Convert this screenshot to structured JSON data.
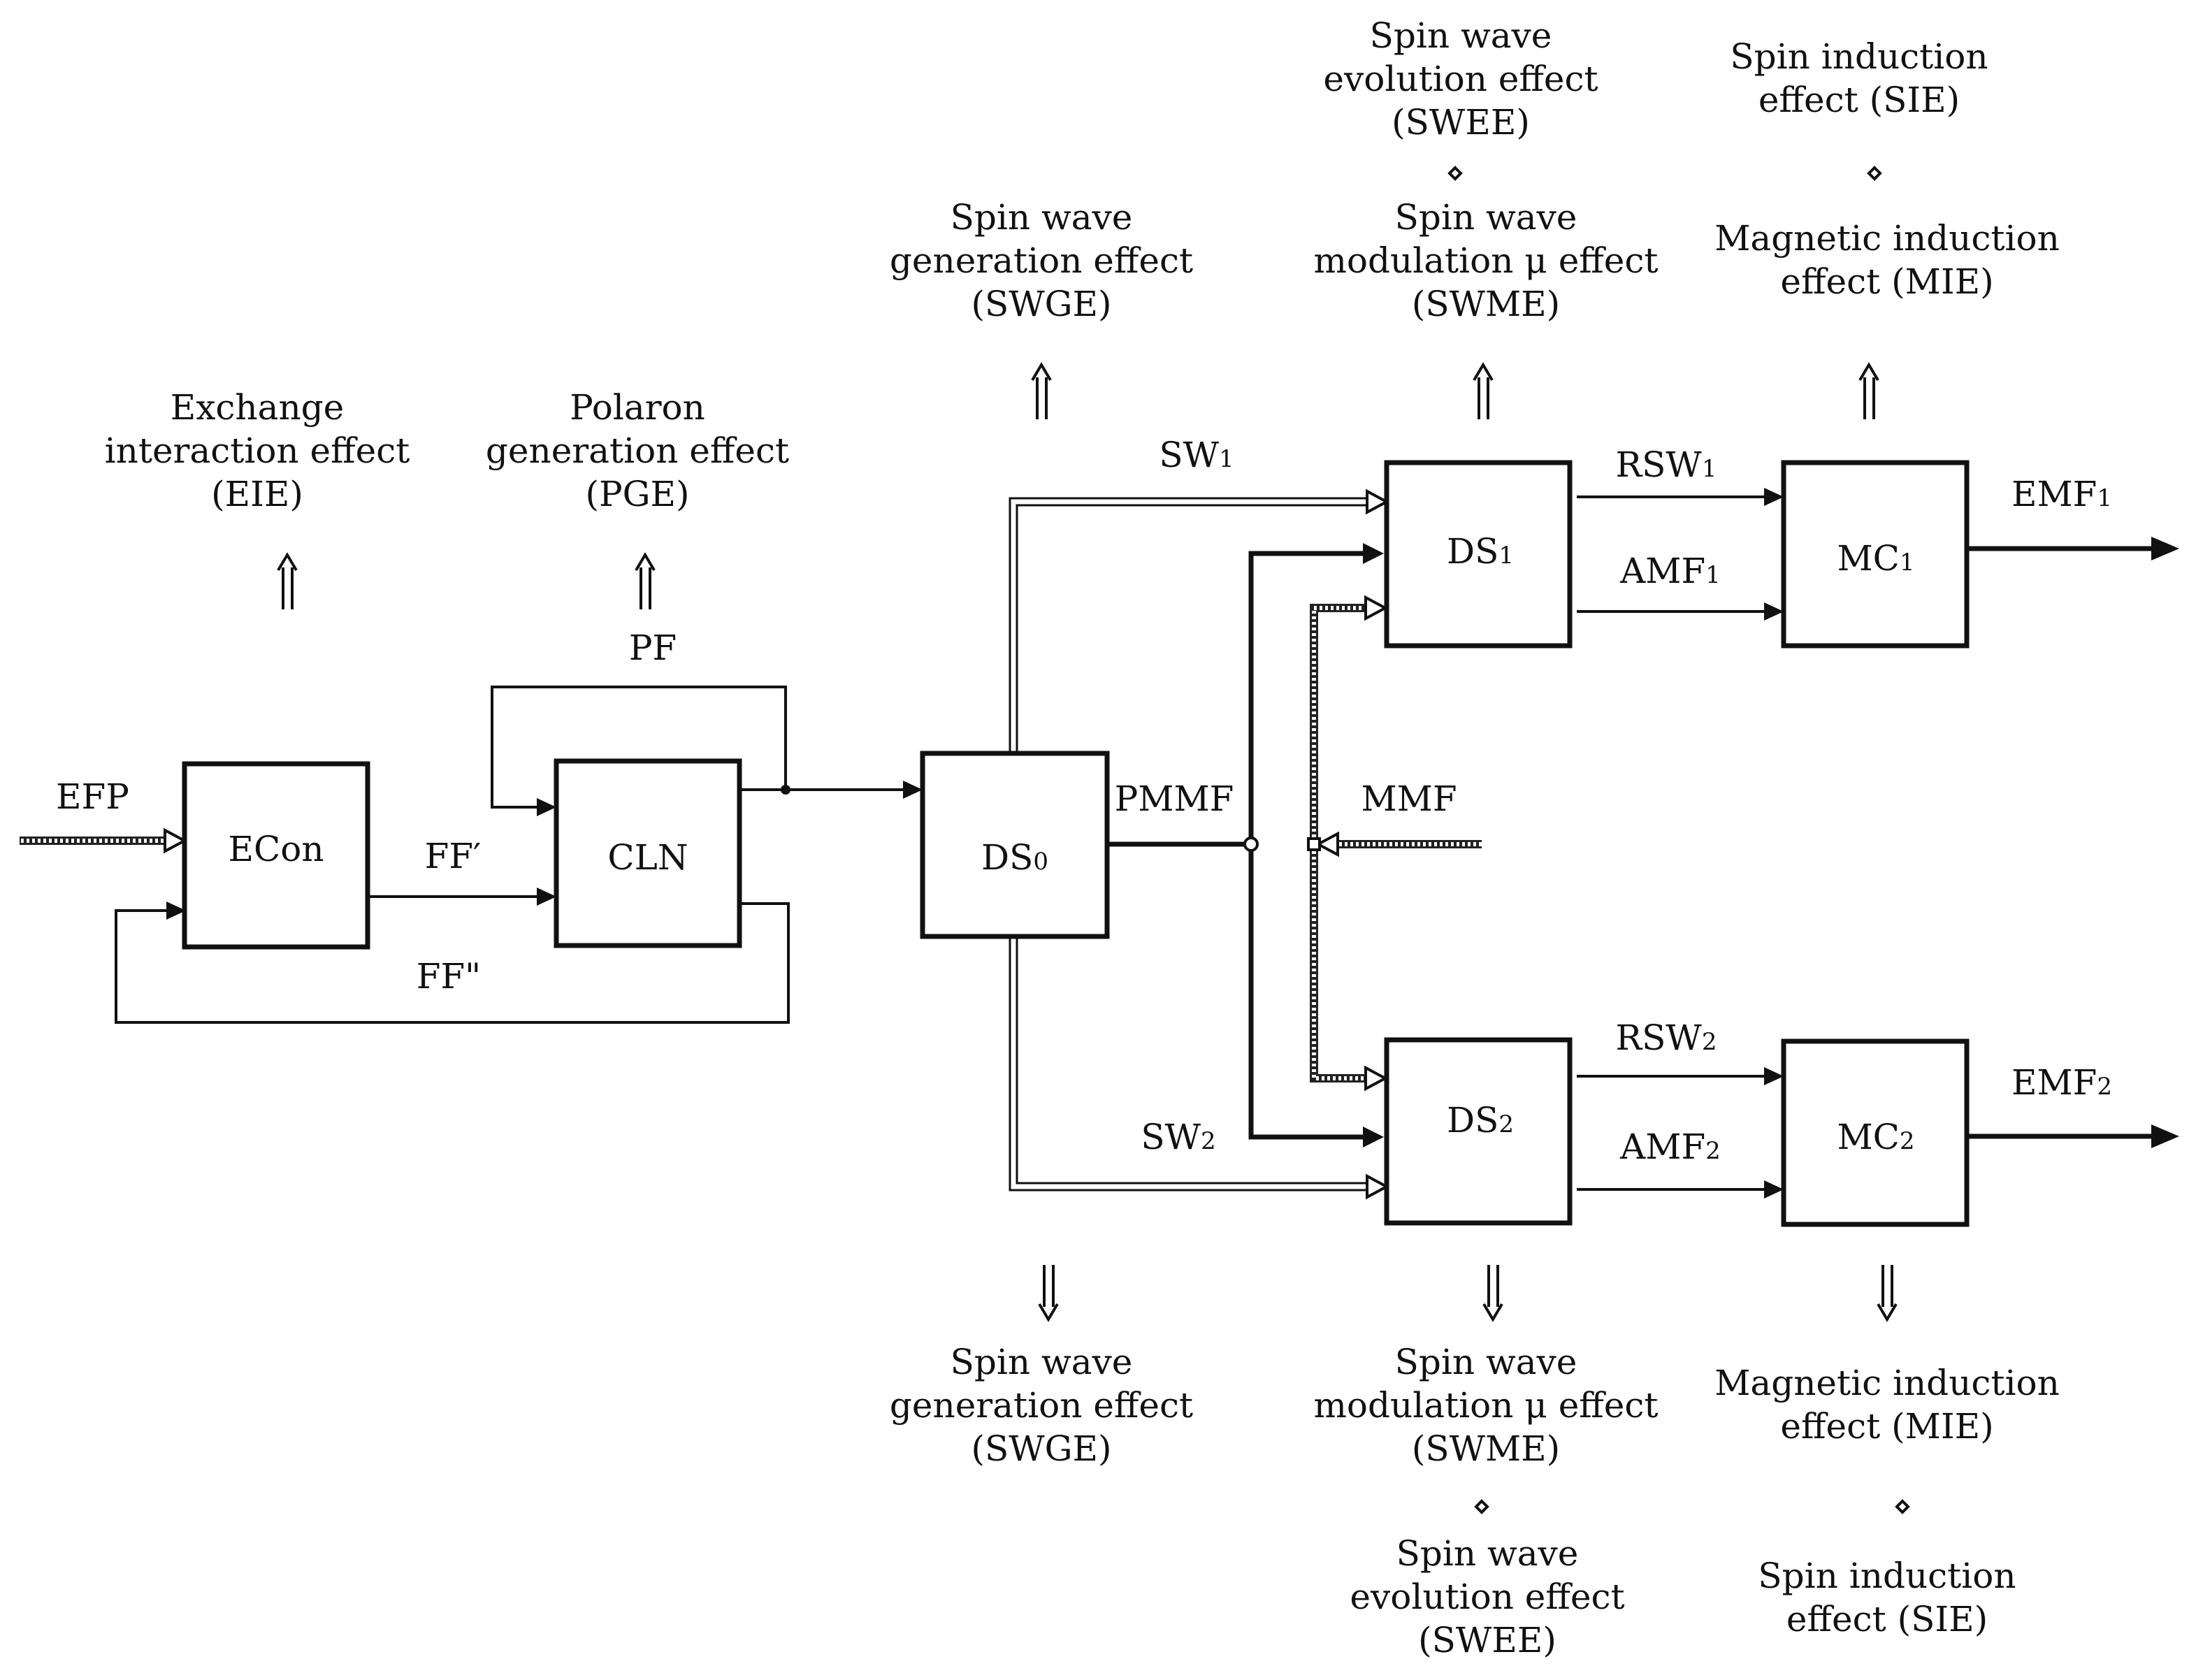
{
  "blocks": {
    "econ": "ECon",
    "cln": "CLN",
    "ds0_main": "DS",
    "ds0_sub": "0",
    "ds1_main": "DS",
    "ds1_sub": "1",
    "ds2_main": "DS",
    "ds2_sub": "2",
    "mc1_main": "MC",
    "mc1_sub": "1",
    "mc2_main": "MC",
    "mc2_sub": "2"
  },
  "signals": {
    "efp": "EFP",
    "ff_prime": "FF′",
    "ff_dprime": "FF\"",
    "pf": "PF",
    "pmmf": "PMMF",
    "mmf": "MMF",
    "sw1_main": "SW",
    "sw1_sub": "1",
    "sw2_main": "SW",
    "sw2_sub": "2",
    "rsw1_main": "RSW",
    "rsw1_sub": "1",
    "rsw2_main": "RSW",
    "rsw2_sub": "2",
    "amf1_main": "AMF",
    "amf1_sub": "1",
    "amf2_main": "AMF",
    "amf2_sub": "2",
    "emf1_main": "EMF",
    "emf1_sub": "1",
    "emf2_main": "EMF",
    "emf2_sub": "2"
  },
  "effects": {
    "eie": [
      "Exchange",
      "interaction effect",
      "(EIE)"
    ],
    "pge": [
      "Polaron",
      "generation effect",
      "(PGE)"
    ],
    "swge_top": [
      "Spin wave",
      "generation effect",
      "(SWGE)"
    ],
    "swee_top": [
      "Spin wave",
      "evolution effect",
      "(SWEE)"
    ],
    "swme_top": [
      "Spin wave",
      "modulation μ effect",
      "(SWME)"
    ],
    "sie_top": [
      "Spin induction",
      "effect (SIE)"
    ],
    "mie_top": [
      "Magnetic induction",
      "effect (MIE)"
    ],
    "swge_bottom": [
      "Spin wave",
      "generation effect",
      "(SWGE)"
    ],
    "swme_bottom": [
      "Spin wave",
      "modulation μ effect",
      "(SWME)"
    ],
    "swee_bottom": [
      "Spin wave",
      "evolution effect",
      "(SWEE)"
    ],
    "mie_bottom": [
      "Magnetic induction",
      "effect (MIE)"
    ],
    "sie_bottom": [
      "Spin induction",
      "effect (SIE)"
    ]
  }
}
